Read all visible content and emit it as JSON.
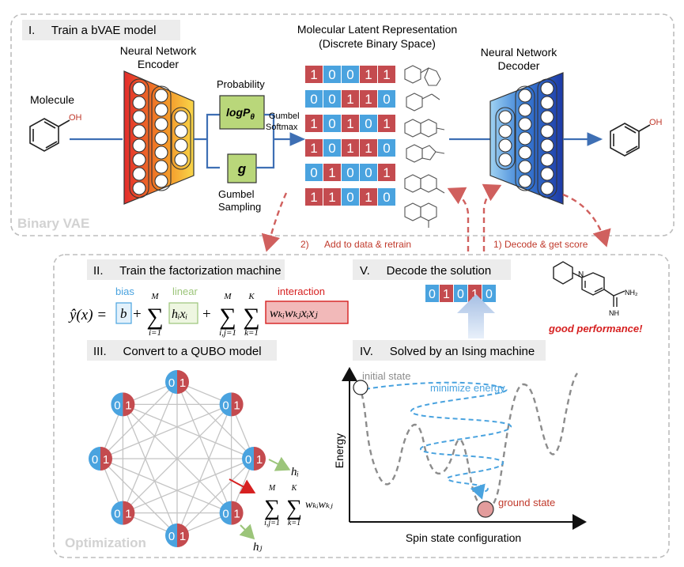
{
  "section1": {
    "label": "I.     Train a bVAE model",
    "corner": "Binary VAE",
    "molecule_label": "Molecule",
    "encoder_label": [
      "Neural Network",
      "Encoder"
    ],
    "decoder_label": [
      "Neural Network",
      "Decoder"
    ],
    "probability_label": "Probability",
    "logp_label": "logP",
    "logp_sub": "θ",
    "g_label": "g",
    "gumbel_softmax": [
      "Gumbel",
      "Softmax"
    ],
    "gumbel_sampling": [
      "Gumbel",
      "Sampling"
    ],
    "latent_title": [
      "Molecular Latent Representation",
      "(Discrete Binary Space)"
    ],
    "oh_label": "OH",
    "latent_rows": [
      {
        "bits": [
          "1",
          "0",
          "0",
          "1",
          "1"
        ]
      },
      {
        "bits": [
          "0",
          "0",
          "1",
          "1",
          "0"
        ]
      },
      {
        "bits": [
          "1",
          "0",
          "1",
          "0",
          "1"
        ]
      },
      {
        "bits": [
          "1",
          "0",
          "1",
          "1",
          "0"
        ]
      },
      {
        "bits": [
          "0",
          "1",
          "0",
          "0",
          "1"
        ]
      },
      {
        "bits": [
          "1",
          "1",
          "0",
          "1",
          "0"
        ]
      }
    ]
  },
  "arrows": {
    "retrain": "2)      Add to data & retrain",
    "decode_score": "1) Decode & get score"
  },
  "section2": {
    "label": "II.     Train the factorization machine",
    "bias": "bias",
    "linear": "linear",
    "interaction": "interaction",
    "formula": {
      "yhat": "ŷ(x) =",
      "b": "b",
      "plus": "+",
      "M": "M",
      "K": "K",
      "i1": "i=1",
      "ij1": "i,j=1",
      "k1": "k=1",
      "hx": "hᵢxᵢ",
      "wwxx": "wₖᵢwₖⱼxᵢxⱼ"
    }
  },
  "section3": {
    "label": "III.     Convert to a QUBO model",
    "corner": "Optimization",
    "hi": "hᵢ",
    "hj": "hⱼ",
    "zero": "0",
    "one": "1",
    "sum_term": "wₖᵢwₖⱼ"
  },
  "section4": {
    "label": "IV.     Solved by an Ising machine",
    "initial_state": "initial state",
    "minimize_energy": "minimize energy",
    "ground_state": "ground state",
    "y_axis": "Energy",
    "x_axis": "Spin state configuration"
  },
  "section5": {
    "label": "V.     Decode the solution",
    "bits": [
      "0",
      "1",
      "0",
      "1",
      "0"
    ],
    "good": "good performance!",
    "nh2": "NH₂",
    "nh": "NH",
    "n": "N"
  },
  "colors": {
    "red": "#c44b4f",
    "blue": "#4aa3df",
    "arrow_blue": "#3e6fb4",
    "dashed_red": "#d0605e",
    "green_box": "#b9d77a"
  }
}
